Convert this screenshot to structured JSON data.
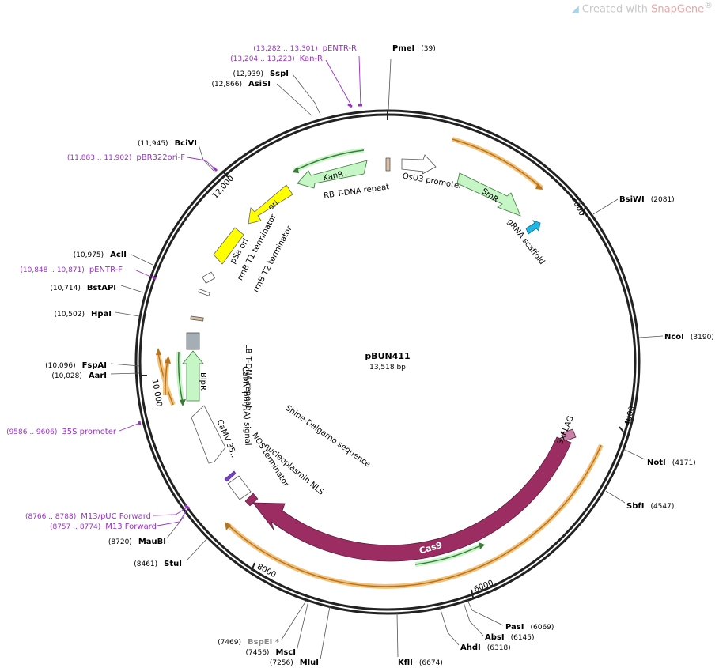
{
  "watermark": {
    "prefix": "Created with ",
    "brand": "SnapGene",
    "reg": "®"
  },
  "plasmid": {
    "name": "pBUN411",
    "length": "13,518 bp"
  },
  "ticks": [
    "2000",
    "4000",
    "6000",
    "8000",
    "10,000",
    "12,000"
  ],
  "sites": [
    {
      "name": "PmeI",
      "pos": "(39)"
    },
    {
      "name": "BsiWI",
      "pos": "(2081)"
    },
    {
      "name": "NcoI",
      "pos": "(3190)"
    },
    {
      "name": "NotI",
      "pos": "(4171)"
    },
    {
      "name": "SbfI",
      "pos": "(4547)"
    },
    {
      "name": "PasI",
      "pos": "(6069)"
    },
    {
      "name": "AbsI",
      "pos": "(6145)"
    },
    {
      "name": "AhdI",
      "pos": "(6318)"
    },
    {
      "name": "KflI",
      "pos": "(6674)"
    },
    {
      "name": "MluI",
      "pos": "(7256)"
    },
    {
      "name": "MscI",
      "pos": "(7456)"
    },
    {
      "name": "BspEI *",
      "pos": "(7469)"
    },
    {
      "name": "StuI",
      "pos": "(8461)"
    },
    {
      "name": "MauBI",
      "pos": "(8720)"
    },
    {
      "name": "AarI",
      "pos": "(10,028)"
    },
    {
      "name": "FspAI",
      "pos": "(10,096)"
    },
    {
      "name": "HpaI",
      "pos": "(10,502)"
    },
    {
      "name": "BstAPI",
      "pos": "(10,714)"
    },
    {
      "name": "AclI",
      "pos": "(10,975)"
    },
    {
      "name": "BciVI",
      "pos": "(11,945)"
    },
    {
      "name": "AsiSI",
      "pos": "(12,866)"
    },
    {
      "name": "SspI",
      "pos": "(12,939)"
    }
  ],
  "primers": [
    {
      "name": "pENTR-R",
      "pos": "(13,282 .. 13,301)"
    },
    {
      "name": "Kan-R",
      "pos": "(13,204 .. 13,223)"
    },
    {
      "name": "pBR322ori-F",
      "pos": "(11,883 .. 11,902)"
    },
    {
      "name": "pENTR-F",
      "pos": "(10,848 .. 10,871)"
    },
    {
      "name": "35S promoter",
      "pos": "(9586 .. 9606)"
    },
    {
      "name": "M13/pUC Forward",
      "pos": "(8766 .. 8788)"
    },
    {
      "name": "M13 Forward",
      "pos": "(8757 .. 8774)"
    }
  ],
  "features": {
    "kanr": "KanR",
    "rb_repeat": "RB T-DNA repeat",
    "osu3": "OsU3 promoter",
    "smr": "SmR",
    "grna": "gRNA scaffold",
    "ori": "ori",
    "psa_ori": "pSa ori",
    "rrnb_t1": "rrnB T1 terminator",
    "rrnb_t2": "rrnB T2 terminator",
    "lb_repeat": "LB T-DNA repeat",
    "camv_polya": "CaMV poly(A) signal",
    "blpr": "BlpR",
    "camv35": "CaMV 35...",
    "nos": "NOS terminator",
    "nls": "nucleoplasmin NLS",
    "shine": "Shine-Dalgarno sequence",
    "flag": "3xFLAG",
    "cas9": "Cas9"
  },
  "colors": {
    "backbone": "#222222",
    "orf_orange": "#f2c27a",
    "orf_stroke": "#b8731f",
    "green_arrow": "#c6f5c6",
    "kanr_stroke": "#3a7a3a",
    "ori_yellow": "#ffff00",
    "grna_cyan": "#1fb8e6",
    "cas9": "#9b2d63",
    "flag": "#c77fa5",
    "primer_purple": "#9b30c8",
    "promoter_white": "#ffffff",
    "repeat_tan": "#d9bfa6"
  }
}
